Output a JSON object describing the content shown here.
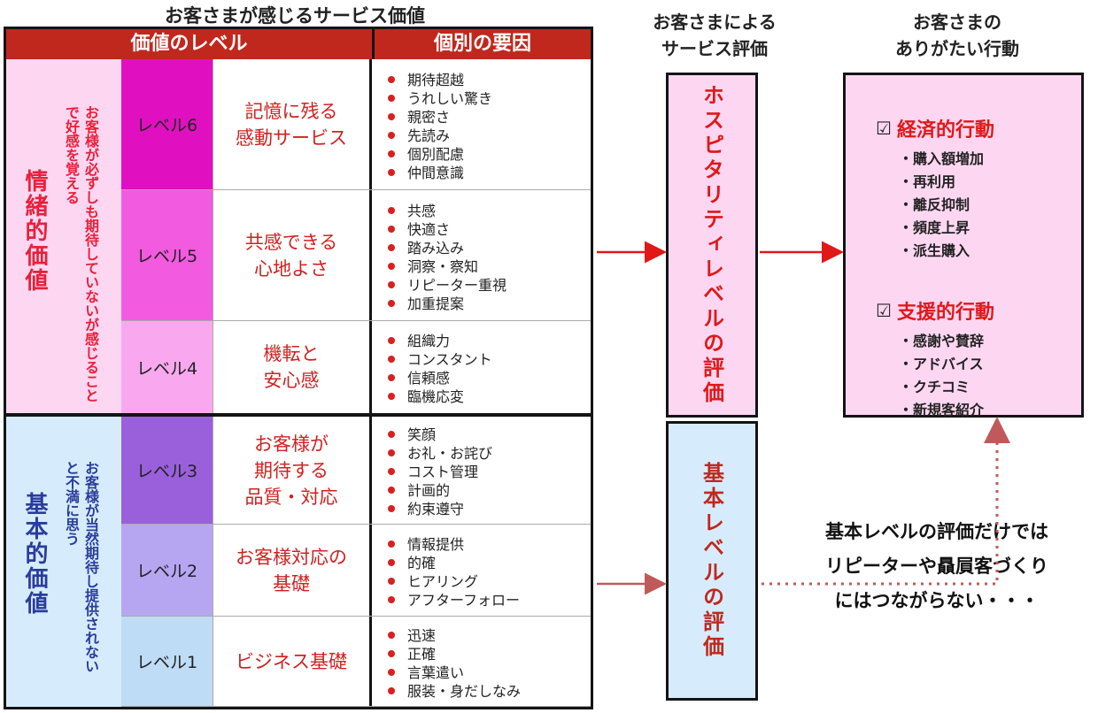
{
  "titles": {
    "main": "お客さまが感じるサービス価値",
    "evaluation": "お客さまによる\nサービス評価",
    "action": "お客さまの\nありがたい行動"
  },
  "table_header": {
    "level_col": "価値のレベル",
    "factor_col": "個別の要因"
  },
  "categories": {
    "emotional": {
      "title": "情緒的価値",
      "desc": "お客様が必ずしも期待していないが感じることで好感を覚える"
    },
    "basic": {
      "title": "基本的価値",
      "desc": "お客様が当然期待し提供されないと不満に思う"
    }
  },
  "levels": [
    {
      "name": "レベル6",
      "concept": "記憶に残る\n感動サービス",
      "factors": [
        "期待超越",
        "うれしい驚き",
        "親密さ",
        "先読み",
        "個別配慮",
        "仲間意識"
      ]
    },
    {
      "name": "レベル5",
      "concept": "共感できる\n心地よさ",
      "factors": [
        "共感",
        "快適さ",
        "踏み込み",
        "洞察・察知",
        "リピーター重視",
        "加重提案"
      ]
    },
    {
      "name": "レベル4",
      "concept": "機転と\n安心感",
      "factors": [
        "組織力",
        "コンスタント",
        "信頼感",
        "臨機応変"
      ]
    },
    {
      "name": "レベル3",
      "concept": "お客様が\n期待する\n品質・対応",
      "factors": [
        "笑顔",
        "お礼・お詫び",
        "コスト管理",
        "計画的",
        "約束遵守"
      ]
    },
    {
      "name": "レベル2",
      "concept": "お客様対応の\n基礎",
      "factors": [
        "情報提供",
        "的確",
        "ヒアリング",
        "アフターフォロー"
      ]
    },
    {
      "name": "レベル1",
      "concept": "ビジネス基礎",
      "factors": [
        "迅速",
        "正確",
        "言葉遣い",
        "服装・身だしなみ"
      ]
    }
  ],
  "evaluation": {
    "hospitality": "ホスピタリティレベルの評価",
    "basic": "基本レベルの評価"
  },
  "actions": {
    "checkbox_symbol": "☑",
    "groups": [
      {
        "title": "経済的行動",
        "items": [
          "・購入額増加",
          "・再利用",
          "・離反抑制",
          "・頻度上昇",
          "・派生購入"
        ]
      },
      {
        "title": "支援的行動",
        "items": [
          "・感謝や賛辞",
          "・アドバイス",
          "・クチコミ",
          "・新規客紹介"
        ]
      }
    ]
  },
  "note": "基本レベルの評価だけでは\nリピーターや贔屓客づくり\nにはつながらない・・・",
  "colors": {
    "header_red": "#c0281e",
    "emotional_bg": "#fdd7f2",
    "basic_bg": "#d6ecfc",
    "level6": "#e010c0",
    "level5": "#f25ae0",
    "level4": "#f9a8ef",
    "level3": "#9a60dc",
    "level2": "#b6a6f2",
    "level1": "#bedcf6",
    "accent_red": "#e01818",
    "dark_blue": "#2a3c9c"
  }
}
